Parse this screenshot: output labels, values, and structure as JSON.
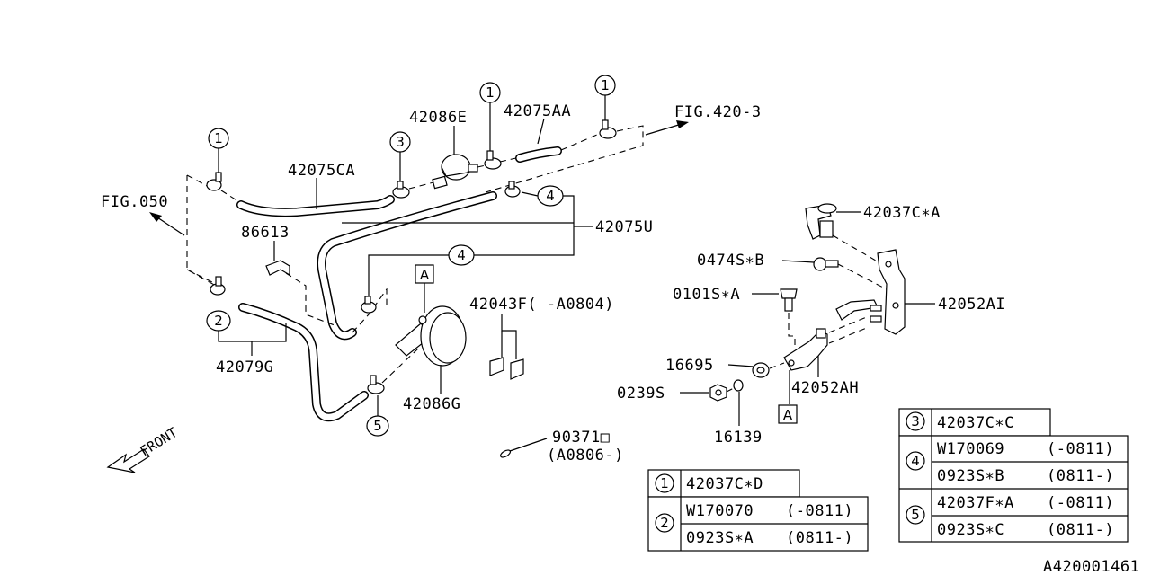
{
  "labels": {
    "fig420": "FIG.420-3",
    "fig050": "FIG.050",
    "p42086E": "42086E",
    "p42075AA": "42075AA",
    "p42075CA": "42075CA",
    "p42075U": "42075U",
    "p86613": "86613",
    "p42043F": "42043F( -A0804)",
    "p42079G": "42079G",
    "p42086G": "42086G",
    "p90371": "90371□",
    "pA0806": "(A0806-)",
    "p42037CA": "42037C∗A",
    "p0474SB": "0474S∗B",
    "p0101SA": "0101S∗A",
    "p42052AI": "42052AI",
    "p16695": "16695",
    "p0239S": "0239S",
    "p42052AH": "42052AH",
    "p16139": "16139",
    "front": "FRONT",
    "refA": "A",
    "code": "A420001461"
  },
  "callouts": {
    "c1": "1",
    "c2": "2",
    "c3": "3",
    "c4": "4",
    "c5": "5"
  },
  "table_left": {
    "r1_num": "1",
    "r1_part": "42037C∗D",
    "r2_num": "2",
    "r2a_part": "W170070",
    "r2a_range": "(-0811)",
    "r2b_part": "0923S∗A",
    "r2b_range": "(0811-)"
  },
  "table_right": {
    "r3_num": "3",
    "r3_part": "42037C∗C",
    "r4_num": "4",
    "r4a_part": "W170069",
    "r4a_range": "(-0811)",
    "r4b_part": "0923S∗B",
    "r4b_range": "(0811-)",
    "r5_num": "5",
    "r5a_part": "42037F∗A",
    "r5a_range": "(-0811)",
    "r5b_part": "0923S∗C",
    "r5b_range": "(0811-)"
  }
}
